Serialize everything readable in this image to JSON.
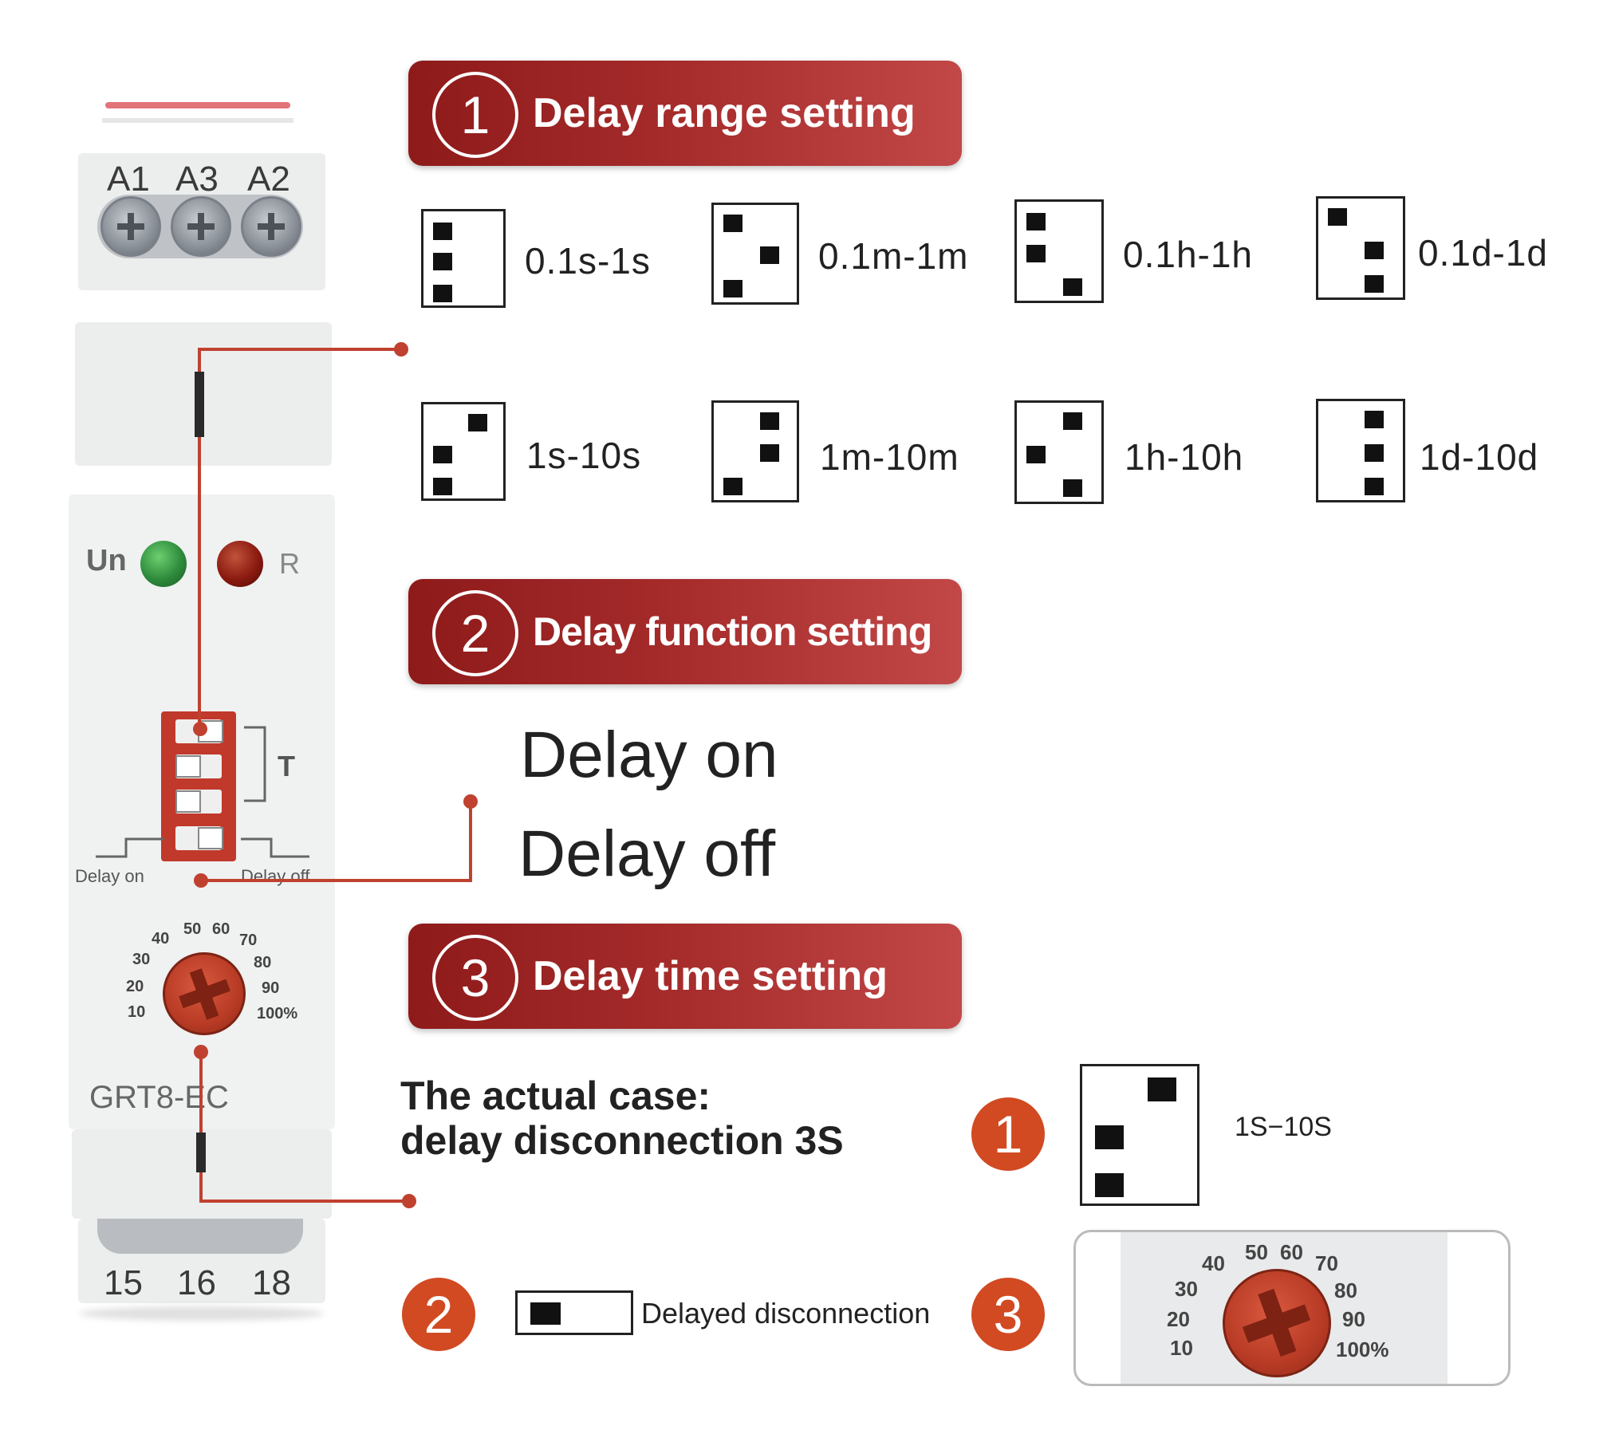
{
  "device": {
    "top_terminals": [
      "A1",
      "A3",
      "A2"
    ],
    "bottom_terminals": [
      "15",
      "16",
      "18"
    ],
    "led_un_label": "Un",
    "led_r_label": "R",
    "dip_group_label": "T",
    "delay_on_label": "Delay on",
    "delay_off_label": "Delay off",
    "dial_scale": [
      "10",
      "20",
      "30",
      "40",
      "50",
      "60",
      "70",
      "80",
      "90",
      "100%"
    ],
    "model": "GRT8-EC",
    "colors": {
      "led_un": "#2e8b3c",
      "led_r": "#8b1a10",
      "accent": "#c0412f"
    }
  },
  "sections": [
    {
      "number": "1",
      "title": "Delay range setting"
    },
    {
      "number": "2",
      "title": "Delay function setting"
    },
    {
      "number": "3",
      "title": "Delay time setting"
    }
  ],
  "ranges_row1": [
    "0.1s-1s",
    "0.1m-1m",
    "0.1h-1h",
    "0.1d-1d"
  ],
  "ranges_row2": [
    "1s-10s",
    "1m-10m",
    "1h-10h",
    "1d-10d"
  ],
  "functions": [
    "Delay on",
    "Delay off"
  ],
  "example": {
    "line1": "The actual case:",
    "line2": "delay disconnection 3S",
    "step1_number": "1",
    "step1_label": "1S−10S",
    "step2_number": "2",
    "step2_label": "Delayed disconnection",
    "step3_number": "3",
    "dial_scale": [
      "10",
      "20",
      "30",
      "40",
      "50",
      "60",
      "70",
      "80",
      "90",
      "100%"
    ]
  }
}
